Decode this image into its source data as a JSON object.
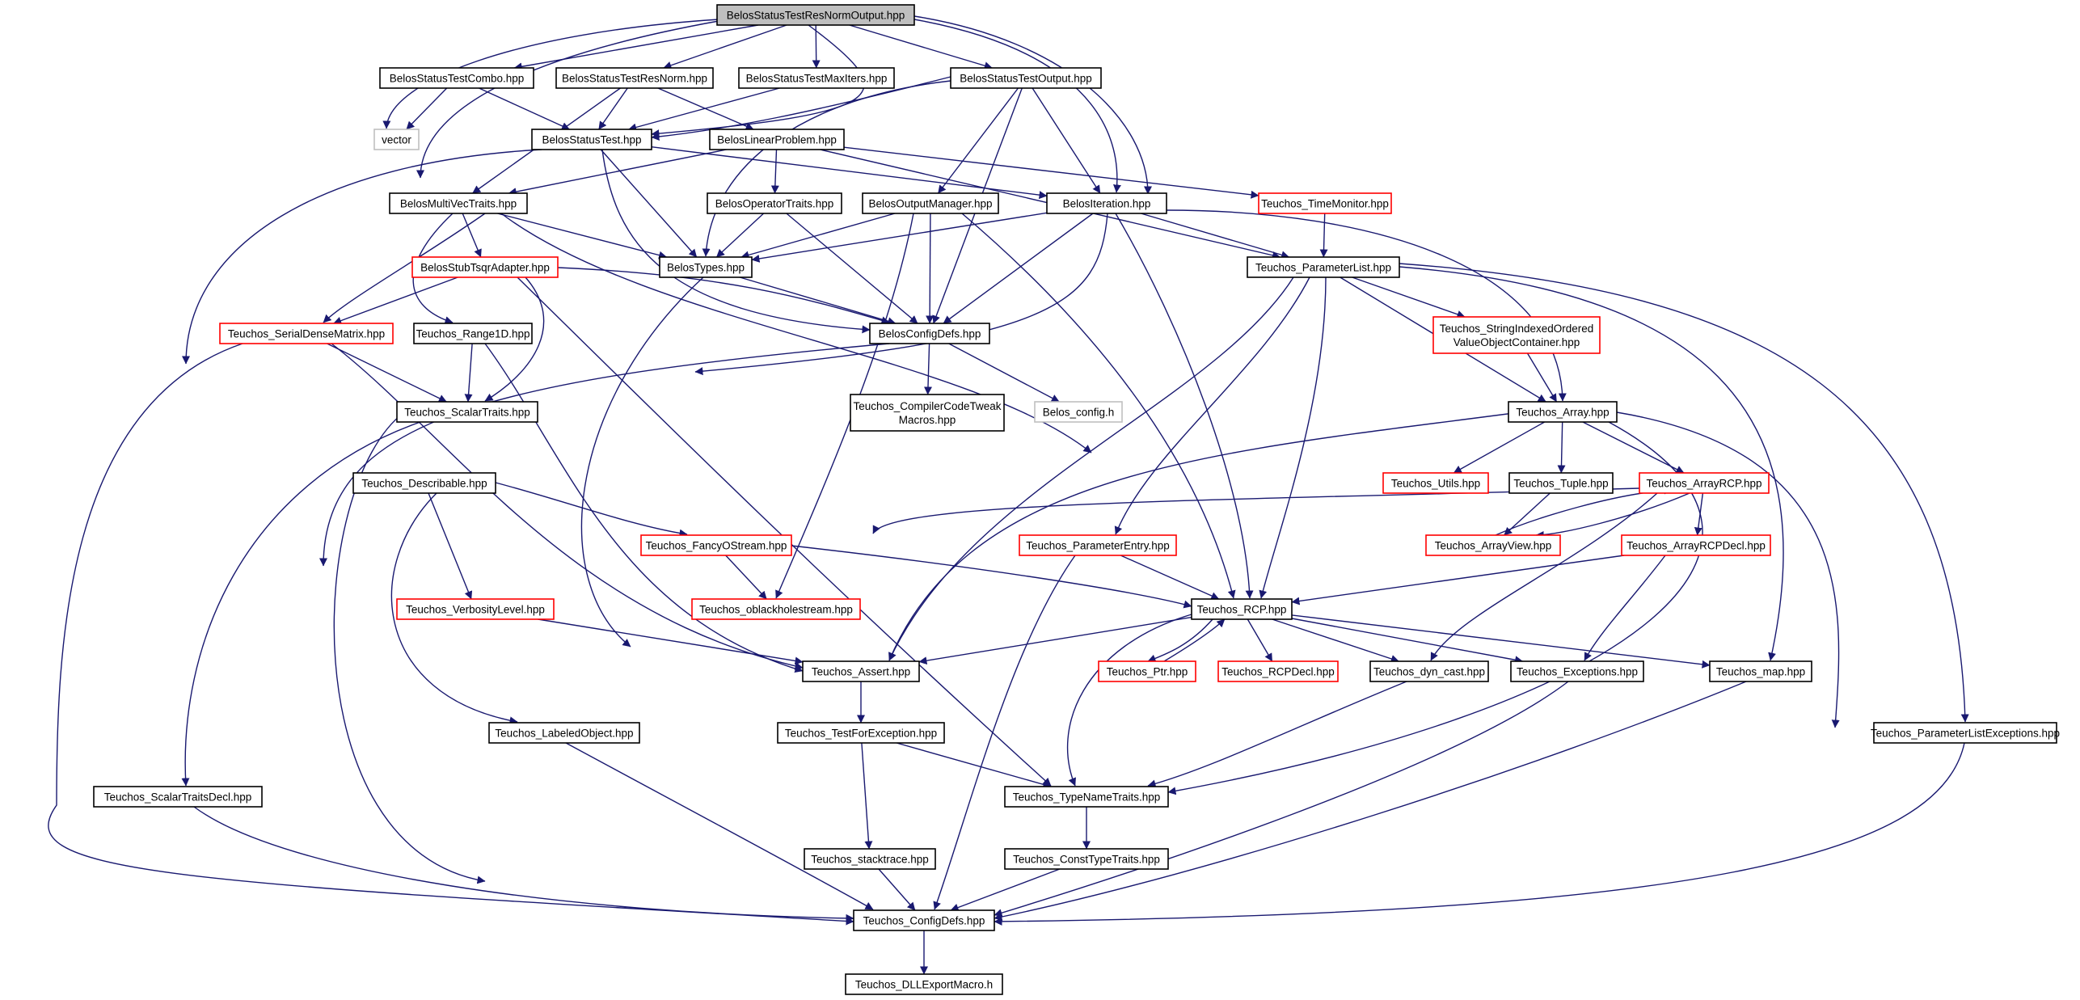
{
  "colors": {
    "edge": "#191970",
    "normal_border": "#000000",
    "external_border": "#bfbfbf",
    "truncated_border": "#ff0000",
    "root_fill": "#bfbfbf",
    "node_fill": "#ffffff"
  },
  "nodes": [
    {
      "id": "root",
      "label": "BelosStatusTestResNormOutput.hpp",
      "kind": "root"
    },
    {
      "id": "combo",
      "label": "BelosStatusTestCombo.hpp",
      "kind": "normal"
    },
    {
      "id": "resnorm",
      "label": "BelosStatusTestResNorm.hpp",
      "kind": "normal"
    },
    {
      "id": "maxiters",
      "label": "BelosStatusTestMaxIters.hpp",
      "kind": "normal"
    },
    {
      "id": "output",
      "label": "BelosStatusTestOutput.hpp",
      "kind": "normal"
    },
    {
      "id": "vector",
      "label": "vector",
      "kind": "external"
    },
    {
      "id": "statustest",
      "label": "BelosStatusTest.hpp",
      "kind": "normal"
    },
    {
      "id": "linprob",
      "label": "BelosLinearProblem.hpp",
      "kind": "normal"
    },
    {
      "id": "multivec",
      "label": "BelosMultiVecTraits.hpp",
      "kind": "normal"
    },
    {
      "id": "optraits",
      "label": "BelosOperatorTraits.hpp",
      "kind": "normal"
    },
    {
      "id": "outmgr",
      "label": "BelosOutputManager.hpp",
      "kind": "normal"
    },
    {
      "id": "iteration",
      "label": "BelosIteration.hpp",
      "kind": "normal"
    },
    {
      "id": "timemon",
      "label": "Teuchos_TimeMonitor.hpp",
      "kind": "truncated"
    },
    {
      "id": "stubtsqr",
      "label": "BelosStubTsqrAdapter.hpp",
      "kind": "truncated"
    },
    {
      "id": "types",
      "label": "BelosTypes.hpp",
      "kind": "normal"
    },
    {
      "id": "paramlist",
      "label": "Teuchos_ParameterList.hpp",
      "kind": "normal"
    },
    {
      "id": "sdm",
      "label": "Teuchos_SerialDenseMatrix.hpp",
      "kind": "truncated"
    },
    {
      "id": "range1d",
      "label": "Teuchos_Range1D.hpp",
      "kind": "normal"
    },
    {
      "id": "configdefs",
      "label": "BelosConfigDefs.hpp",
      "kind": "normal"
    },
    {
      "id": "sivoc",
      "label": "Teuchos_StringIndexedOrdered\nValueObjectContainer.hpp",
      "kind": "truncated"
    },
    {
      "id": "scalartraits",
      "label": "Teuchos_ScalarTraits.hpp",
      "kind": "normal"
    },
    {
      "id": "cctm",
      "label": "Teuchos_CompilerCodeTweak\nMacros.hpp",
      "kind": "normal"
    },
    {
      "id": "belosconfig",
      "label": "Belos_config.h",
      "kind": "external"
    },
    {
      "id": "array",
      "label": "Teuchos_Array.hpp",
      "kind": "normal"
    },
    {
      "id": "describable",
      "label": "Teuchos_Describable.hpp",
      "kind": "normal"
    },
    {
      "id": "utils",
      "label": "Teuchos_Utils.hpp",
      "kind": "truncated"
    },
    {
      "id": "tuple",
      "label": "Teuchos_Tuple.hpp",
      "kind": "normal"
    },
    {
      "id": "arrayrcp",
      "label": "Teuchos_ArrayRCP.hpp",
      "kind": "truncated"
    },
    {
      "id": "fancy",
      "label": "Teuchos_FancyOStream.hpp",
      "kind": "truncated"
    },
    {
      "id": "paramentry",
      "label": "Teuchos_ParameterEntry.hpp",
      "kind": "truncated"
    },
    {
      "id": "arrayview",
      "label": "Teuchos_ArrayView.hpp",
      "kind": "truncated"
    },
    {
      "id": "arrayrcpdecl",
      "label": "Teuchos_ArrayRCPDecl.hpp",
      "kind": "truncated"
    },
    {
      "id": "verbosity",
      "label": "Teuchos_VerbosityLevel.hpp",
      "kind": "truncated"
    },
    {
      "id": "oblackhole",
      "label": "Teuchos_oblackholestream.hpp",
      "kind": "truncated"
    },
    {
      "id": "rcp",
      "label": "Teuchos_RCP.hpp",
      "kind": "normal"
    },
    {
      "id": "assert",
      "label": "Teuchos_Assert.hpp",
      "kind": "normal"
    },
    {
      "id": "ptr",
      "label": "Teuchos_Ptr.hpp",
      "kind": "truncated"
    },
    {
      "id": "rcpdecl",
      "label": "Teuchos_RCPDecl.hpp",
      "kind": "truncated"
    },
    {
      "id": "dyncast",
      "label": "Teuchos_dyn_cast.hpp",
      "kind": "normal"
    },
    {
      "id": "exceptions",
      "label": "Teuchos_Exceptions.hpp",
      "kind": "normal"
    },
    {
      "id": "map",
      "label": "Teuchos_map.hpp",
      "kind": "normal"
    },
    {
      "id": "labeled",
      "label": "Teuchos_LabeledObject.hpp",
      "kind": "normal"
    },
    {
      "id": "testforexc",
      "label": "Teuchos_TestForException.hpp",
      "kind": "normal"
    },
    {
      "id": "ple",
      "label": "Teuchos_ParameterListExceptions.hpp",
      "kind": "normal"
    },
    {
      "id": "scalartraitsdecl",
      "label": "Teuchos_ScalarTraitsDecl.hpp",
      "kind": "normal"
    },
    {
      "id": "typename",
      "label": "Teuchos_TypeNameTraits.hpp",
      "kind": "normal"
    },
    {
      "id": "stacktrace",
      "label": "Teuchos_stacktrace.hpp",
      "kind": "normal"
    },
    {
      "id": "consttype",
      "label": "Teuchos_ConstTypeTraits.hpp",
      "kind": "normal"
    },
    {
      "id": "tconfigdefs",
      "label": "Teuchos_ConfigDefs.hpp",
      "kind": "normal"
    },
    {
      "id": "dllexport",
      "label": "Teuchos_DLLExportMacro.h",
      "kind": "normal"
    }
  ],
  "edges": [
    [
      "root",
      "combo"
    ],
    [
      "root",
      "resnorm"
    ],
    [
      "root",
      "maxiters"
    ],
    [
      "root",
      "output"
    ],
    [
      "root",
      "vector"
    ],
    [
      "root",
      "statustest"
    ],
    [
      "root",
      "types"
    ],
    [
      "root",
      "iteration"
    ],
    [
      "root",
      "configdefs"
    ],
    [
      "combo",
      "vector"
    ],
    [
      "combo",
      "statustest"
    ],
    [
      "resnorm",
      "statustest"
    ],
    [
      "resnorm",
      "linprob"
    ],
    [
      "resnorm",
      "multivec"
    ],
    [
      "maxiters",
      "statustest"
    ],
    [
      "output",
      "statustest"
    ],
    [
      "output",
      "outmgr"
    ],
    [
      "output",
      "iteration"
    ],
    [
      "output",
      "types"
    ],
    [
      "output",
      "configdefs"
    ],
    [
      "statustest",
      "describable"
    ],
    [
      "statustest",
      "types"
    ],
    [
      "statustest",
      "iteration"
    ],
    [
      "statustest",
      "configdefs"
    ],
    [
      "linprob",
      "multivec"
    ],
    [
      "linprob",
      "optraits"
    ],
    [
      "linprob",
      "timemon"
    ],
    [
      "linprob",
      "paramlist"
    ],
    [
      "multivec",
      "stubtsqr"
    ],
    [
      "multivec",
      "types"
    ],
    [
      "multivec",
      "sdm"
    ],
    [
      "multivec",
      "range1d"
    ],
    [
      "multivec",
      "rcp"
    ],
    [
      "optraits",
      "types"
    ],
    [
      "optraits",
      "configdefs"
    ],
    [
      "outmgr",
      "types"
    ],
    [
      "outmgr",
      "configdefs"
    ],
    [
      "outmgr",
      "oblackhole"
    ],
    [
      "outmgr",
      "rcp"
    ],
    [
      "iteration",
      "types"
    ],
    [
      "iteration",
      "configdefs"
    ],
    [
      "iteration",
      "paramlist"
    ],
    [
      "iteration",
      "scalartraits"
    ],
    [
      "iteration",
      "rcp"
    ],
    [
      "iteration",
      "array"
    ],
    [
      "timemon",
      "paramlist"
    ],
    [
      "stubtsqr",
      "sdm"
    ],
    [
      "stubtsqr",
      "configdefs"
    ],
    [
      "stubtsqr",
      "scalartraits"
    ],
    [
      "stubtsqr",
      "typename"
    ],
    [
      "types",
      "configdefs"
    ],
    [
      "types",
      "assert"
    ],
    [
      "paramlist",
      "sivoc"
    ],
    [
      "paramlist",
      "array"
    ],
    [
      "paramlist",
      "paramentry"
    ],
    [
      "paramlist",
      "rcp"
    ],
    [
      "paramlist",
      "assert"
    ],
    [
      "paramlist",
      "map"
    ],
    [
      "paramlist",
      "ple"
    ],
    [
      "sdm",
      "scalartraits"
    ],
    [
      "sdm",
      "assert"
    ],
    [
      "sdm",
      "tconfigdefs"
    ],
    [
      "range1d",
      "scalartraits"
    ],
    [
      "range1d",
      "assert"
    ],
    [
      "configdefs",
      "cctm"
    ],
    [
      "configdefs",
      "belosconfig"
    ],
    [
      "configdefs",
      "tconfigdefs"
    ],
    [
      "sivoc",
      "array"
    ],
    [
      "scalartraits",
      "scalartraitsdecl"
    ],
    [
      "scalartraits",
      "tconfigdefs"
    ],
    [
      "array",
      "utils"
    ],
    [
      "array",
      "tuple"
    ],
    [
      "array",
      "arrayrcp"
    ],
    [
      "array",
      "assert"
    ],
    [
      "array",
      "typename"
    ],
    [
      "array",
      "tconfigdefs"
    ],
    [
      "describable",
      "fancy"
    ],
    [
      "describable",
      "verbosity"
    ],
    [
      "describable",
      "labeled"
    ],
    [
      "tuple",
      "arrayview"
    ],
    [
      "arrayrcp",
      "arrayview"
    ],
    [
      "arrayrcp",
      "arrayrcpdecl"
    ],
    [
      "arrayrcp",
      "assert"
    ],
    [
      "arrayrcp",
      "dyncast"
    ],
    [
      "arrayview",
      "arrayrcp"
    ],
    [
      "fancy",
      "oblackhole"
    ],
    [
      "fancy",
      "rcp"
    ],
    [
      "paramentry",
      "rcp"
    ],
    [
      "paramentry",
      "tconfigdefs"
    ],
    [
      "arrayrcpdecl",
      "rcp"
    ],
    [
      "arrayrcpdecl",
      "exceptions"
    ],
    [
      "verbosity",
      "assert"
    ],
    [
      "rcp",
      "ptr"
    ],
    [
      "rcp",
      "rcpdecl"
    ],
    [
      "rcp",
      "dyncast"
    ],
    [
      "rcp",
      "exceptions"
    ],
    [
      "rcp",
      "map"
    ],
    [
      "rcp",
      "assert"
    ],
    [
      "rcp",
      "typename"
    ],
    [
      "ptr",
      "rcp"
    ],
    [
      "assert",
      "testforexc"
    ],
    [
      "dyncast",
      "typename"
    ],
    [
      "exceptions",
      "tconfigdefs"
    ],
    [
      "map",
      "tconfigdefs"
    ],
    [
      "labeled",
      "tconfigdefs"
    ],
    [
      "testforexc",
      "stacktrace"
    ],
    [
      "testforexc",
      "typename"
    ],
    [
      "ple",
      "tconfigdefs"
    ],
    [
      "scalartraitsdecl",
      "tconfigdefs"
    ],
    [
      "typename",
      "consttype"
    ],
    [
      "stacktrace",
      "tconfigdefs"
    ],
    [
      "consttype",
      "tconfigdefs"
    ],
    [
      "tconfigdefs",
      "dllexport"
    ]
  ]
}
